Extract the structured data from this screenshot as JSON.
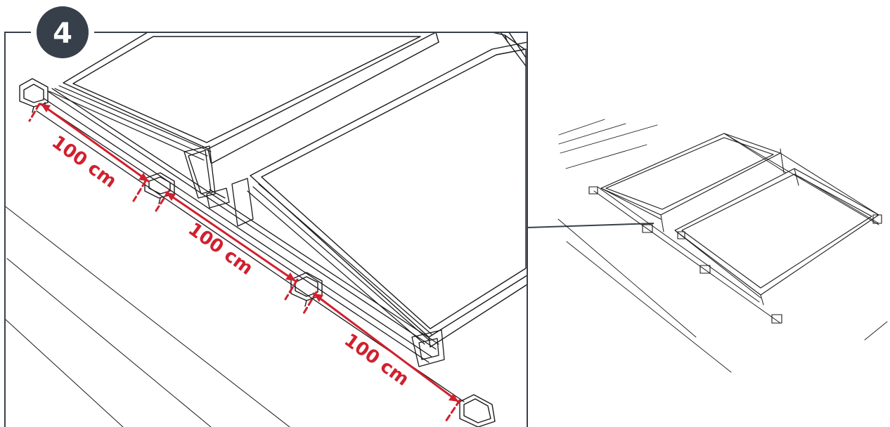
{
  "step": {
    "number": "4"
  },
  "dimensions": [
    {
      "label": "100 cm"
    },
    {
      "label": "100 cm"
    },
    {
      "label": "100 cm"
    }
  ],
  "colors": {
    "accent": "#d0202e",
    "badge": "#37404a",
    "frame": "#37404a",
    "line": "#1a1a1a",
    "background": "#ffffff"
  }
}
